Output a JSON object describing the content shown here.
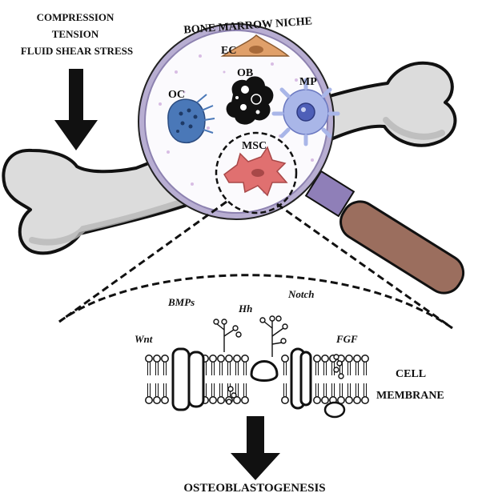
{
  "stimuli": [
    "COMPRESSION",
    "TENSION",
    "FLUID SHEAR STRESS"
  ],
  "niche_title": "BONE MARROW NICHE",
  "cells": {
    "ec": "EC",
    "ob": "OB",
    "oc": "OC",
    "mp": "MP",
    "msc": "MSC"
  },
  "signals": {
    "bmps": "BMPs",
    "hh": "Hh",
    "notch": "Notch",
    "wnt": "Wnt",
    "fgf": "FGF"
  },
  "membrane": [
    "CELL",
    "MEMBRANE"
  ],
  "outcome": "OSTEOBLASTOGENESIS",
  "colors": {
    "bone": "#dcdcdc",
    "bone_shadow": "#b8b8b8",
    "lens_ring": "#b8aed2",
    "handle": "#9b6e5e",
    "ec": "#e0a06a",
    "oc": "#4a78b8",
    "mp": "#a9b6e8",
    "msc": "#e07070",
    "arrow": "#111111"
  }
}
